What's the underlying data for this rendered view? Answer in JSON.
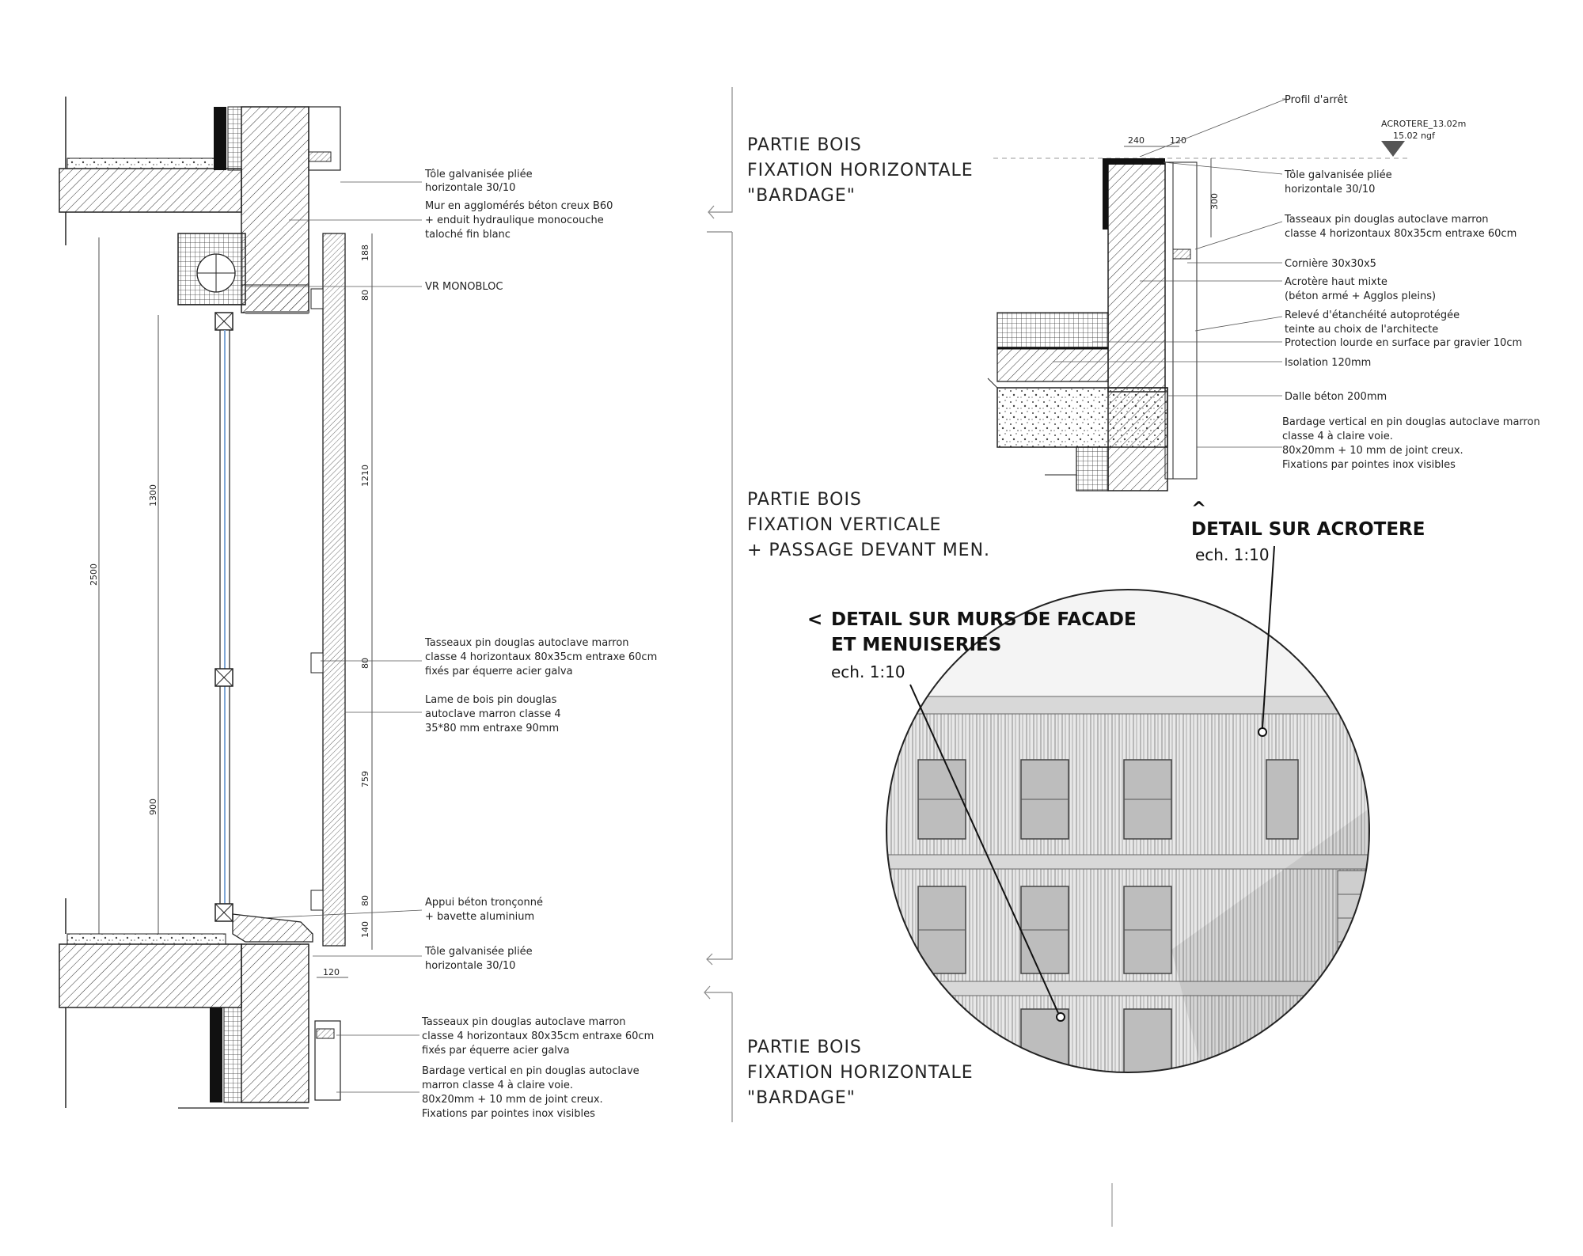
{
  "sections": {
    "top": [
      "PARTIE BOIS",
      "FIXATION HORIZONTALE",
      "\"BARDAGE\""
    ],
    "middle": [
      "PARTIE BOIS",
      "FIXATION VERTICALE",
      "+ PASSAGE DEVANT MEN."
    ],
    "bottom": [
      "PARTIE BOIS",
      "FIXATION HORIZONTALE",
      "\"BARDAGE\""
    ]
  },
  "wall_section": {
    "labels": [
      [
        "Tôle galvanisée pliée",
        "horizontale  30/10"
      ],
      [
        "Mur en agglomérés béton creux B60",
        "+ enduit hydraulique monocouche",
        "taloché fin blanc"
      ],
      [
        "VR MONOBLOC"
      ],
      [
        "Tasseaux pin douglas autoclave marron",
        "classe 4 horizontaux 80x35cm entraxe 60cm",
        "fixés par équerre  acier galva"
      ],
      [
        "Lame de bois pin douglas",
        "autoclave marron  classe 4",
        "35*80 mm entraxe 90mm"
      ],
      [
        "Appui béton tronçonné",
        "+ bavette aluminium"
      ],
      [
        "Tôle galvanisée pliée",
        "horizontale  30/10"
      ],
      [
        "Tasseaux pin douglas autoclave marron",
        "classe 4 horizontaux 80x35cm entraxe 60cm",
        "fixés par équerre  acier galva"
      ],
      [
        "Bardage vertical en pin douglas autoclave",
        "marron classe 4 à claire voie.",
        "80x20mm + 10 mm de joint creux.",
        "Fixations par pointes inox visibles"
      ]
    ],
    "dims": {
      "total": "2500",
      "window": "1300",
      "sill": "900",
      "right": [
        "188",
        "80",
        "1210",
        "80",
        "759",
        "80",
        "140"
      ],
      "bottom": "120"
    }
  },
  "acrotere": {
    "labels": [
      [
        "Profil d'arrêt"
      ],
      [
        "Tôle galvanisée pliée",
        "horizontale  30/10"
      ],
      [
        "Tasseaux pin douglas autoclave marron",
        "classe 4 horizontaux 80x35cm entraxe 60cm"
      ],
      [
        "Cornière 30x30x5"
      ],
      [
        "Acrotère haut mixte",
        "(béton armé + Agglos pleins)"
      ],
      [
        "Relevé d'étanchéité autoprotégée",
        "teinte au choix de l'architecte"
      ],
      [
        "Protection lourde en surface par gravier 10cm"
      ],
      [
        "Isolation 120mm"
      ],
      [
        "Dalle béton 200mm"
      ],
      [
        "Bardage vertical en pin douglas autoclave marron",
        "classe 4 à claire voie.",
        "80x20mm + 10 mm de joint creux.",
        "Fixations par pointes inox visibles"
      ]
    ],
    "level_name": "ACROTERE_13.02m",
    "level_ngf": "15.02 ngf",
    "dims": {
      "w1": "240",
      "w2": "120",
      "h": "300"
    }
  },
  "callouts": {
    "acrotere_caret": "^",
    "acrotere_title": "DETAIL SUR ACROTERE",
    "acrotere_scale": "ech. 1:10",
    "facade_caret": "<",
    "facade_title_1": "DETAIL SUR MURS DE FACADE",
    "facade_title_2": "ET MENUISERIES",
    "facade_scale": "ech. 1:10"
  }
}
